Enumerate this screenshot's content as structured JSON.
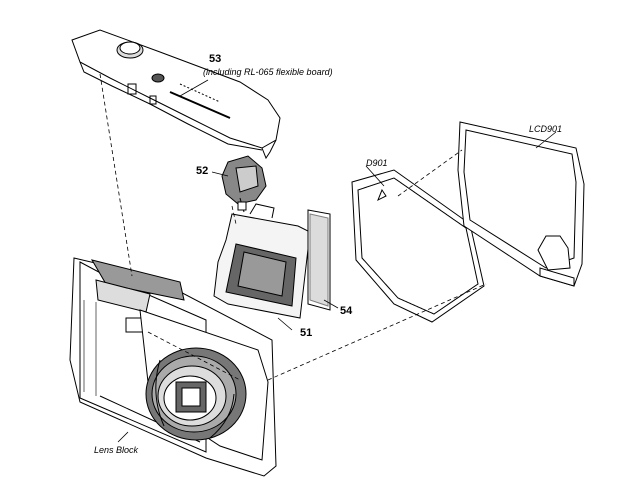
{
  "labels": {
    "part_53": "53",
    "part_53_note": "(including RL-065 flexible board)",
    "part_52": "52",
    "part_54": "54",
    "part_51": "51",
    "d901": "D901",
    "lcd901": "LCD901",
    "lens_block": "Lens Block"
  }
}
